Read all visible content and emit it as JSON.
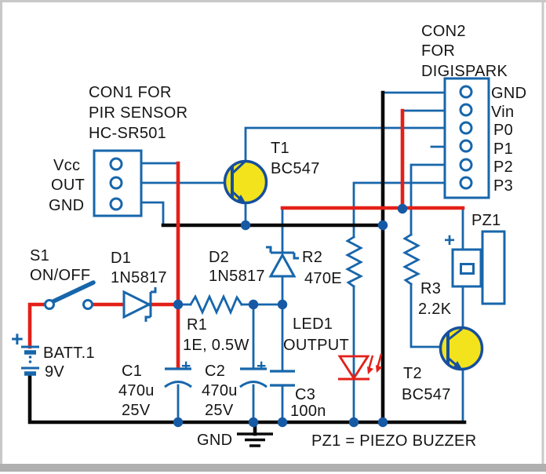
{
  "figure": {
    "type": "circuit schematic"
  },
  "colors": {
    "wire_blue": "#1766ab",
    "wire_red": "#e32018",
    "wire_black": "#0a0a0a",
    "transistor_fill": "#f3e31d",
    "transistor_outline": "#164f9e",
    "led_red": "#e32018",
    "text": "#151515",
    "background": "#ffffff",
    "frame_gray": "#b5b5b5"
  },
  "con1": {
    "line1": "CON1 FOR",
    "line2": "PIR SENSOR",
    "line3": "HC-SR501",
    "pin_vcc": "Vcc",
    "pin_out": "OUT",
    "pin_gnd": "GND"
  },
  "con2": {
    "line1": "CON2",
    "line2": "FOR",
    "line3": "DIGISPARK",
    "pin_gnd": "GND",
    "pin_vin": "Vin",
    "pin_p0": "P0",
    "pin_p1": "P1",
    "pin_p2": "P2",
    "pin_p3": "P3"
  },
  "transistors": {
    "t1": {
      "ref": "T1",
      "part": "BC547"
    },
    "t2": {
      "ref": "T2",
      "part": "BC547"
    }
  },
  "switch_s1": {
    "ref": "S1",
    "label": "ON/OFF"
  },
  "battery": {
    "ref": "BATT.1",
    "voltage": "9V",
    "plus": "+"
  },
  "diodes": {
    "d1": {
      "ref": "D1",
      "part": "1N5817"
    },
    "d2": {
      "ref": "D2",
      "part": "1N5817"
    }
  },
  "resistors": {
    "r1": {
      "ref": "R1",
      "value": "1E, 0.5W"
    },
    "r2": {
      "ref": "R2",
      "value": "470E"
    },
    "r3": {
      "ref": "R3",
      "value": "2.2K"
    }
  },
  "capacitors": {
    "c1": {
      "ref": "C1",
      "value": "470u",
      "voltage": "25V",
      "plus": "+"
    },
    "c2": {
      "ref": "C2",
      "value": "470u",
      "voltage": "25V",
      "plus": "+"
    },
    "c3": {
      "ref": "C3",
      "value": "100n"
    }
  },
  "led": {
    "ref": "LED1",
    "label": "OUTPUT"
  },
  "buzzer": {
    "ref": "PZ1",
    "plus": "+"
  },
  "ground_label": "GND",
  "bottom_note": "PZ1 = PIEZO BUZZER"
}
